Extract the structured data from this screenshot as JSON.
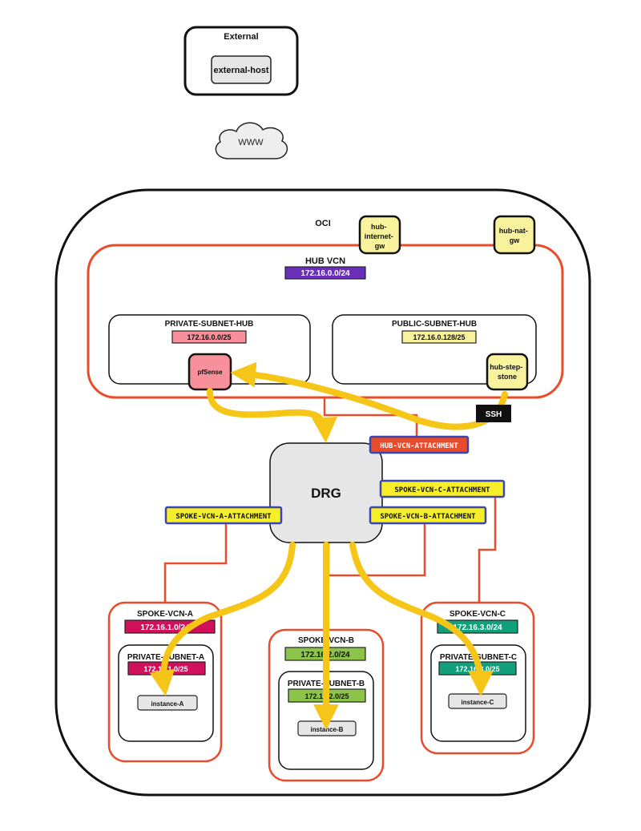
{
  "external": {
    "title": "External",
    "host": "external-host"
  },
  "internet": {
    "label": "WWW"
  },
  "oci": {
    "title": "OCI",
    "internet_gw": [
      "hub-",
      "internet-",
      "gw"
    ],
    "nat_gw": [
      "hub-nat-",
      "gw"
    ]
  },
  "hub_vcn": {
    "title": "HUB VCN",
    "cidr": "172.16.0.0/24",
    "private_subnet": {
      "title": "PRIVATE-SUBNET-HUB",
      "cidr": "172.16.0.0/25",
      "instance": "pfSense"
    },
    "public_subnet": {
      "title": "PUBLIC-SUBNET-HUB",
      "cidr": "172.16.0.128/25",
      "instance": [
        "hub-step-",
        "stone"
      ]
    },
    "ssh_label": "SSH"
  },
  "drg": {
    "label": "DRG",
    "attachments": {
      "hub": "HUB-VCN-ATTACHMENT",
      "spoke_c": "SPOKE-VCN-C-ATTACHMENT",
      "spoke_a": "SPOKE-VCN-A-ATTACHMENT",
      "spoke_b": "SPOKE-VCN-B-ATTACHMENT"
    }
  },
  "spokes": {
    "a": {
      "title": "SPOKE-VCN-A",
      "cidr": "172.16.1.0/24",
      "subnet": "PRIVATE-SUBNET-A",
      "subnet_cidr": "172.16.1.0/25",
      "instance": "instance-A"
    },
    "b": {
      "title": "SPOKE-VCN-B",
      "cidr": "172.16.2.0/24",
      "subnet": "PRIVATE-SUBNET-B",
      "subnet_cidr": "172.16.2.0/25",
      "instance": "instance-B"
    },
    "c": {
      "title": "SPOKE-VCN-C",
      "cidr": "172.16.3.0/24",
      "subnet": "PRIVATE-SUBNET-C",
      "subnet_cidr": "172.16.3.0/25",
      "instance": "instance-C"
    }
  },
  "colors": {
    "vcn_border": "#e84c2b",
    "traffic": "#f5c518",
    "hub_cidr": "#6a2fb8",
    "private_hub": "#f7909a",
    "public_hub": "#f7f29b",
    "spoke_a": "#d0105a",
    "spoke_b": "#8cc44a",
    "spoke_c": "#12a07c",
    "attachment_border": "#3b47b0",
    "hub_attachment": "#e84c2b",
    "spoke_attachment": "#f7ee2a"
  }
}
